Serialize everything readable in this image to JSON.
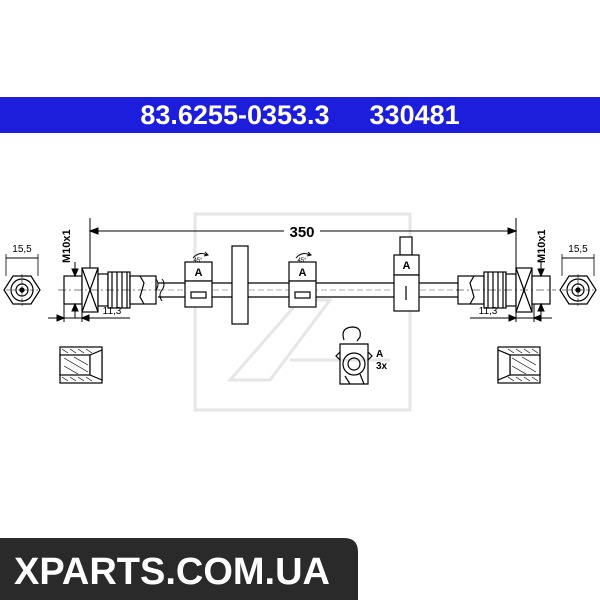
{
  "header": {
    "part_number": "83.6255-0353.3",
    "ref_number": "330481"
  },
  "dimensions": {
    "length": "350",
    "left_diameter": "15,5",
    "right_diameter": "15,5",
    "left_offset": "11,3",
    "right_offset": "11,3",
    "left_thread": "M10x1",
    "right_thread": "M10x1"
  },
  "markers": {
    "clip_label_1": "A",
    "clip_label_2": "A",
    "clip_label_3": "A",
    "angle_1": "45°",
    "angle_2": "45°",
    "detail_label": "A",
    "detail_count": "3x"
  },
  "watermark": {
    "text": "XPARTS.COM.UA"
  },
  "colors": {
    "header_bg": "#1d1ddc",
    "banner_bg": "#2a2a2a",
    "line": "#000000",
    "watermark_logo": "#e6e6e6"
  }
}
